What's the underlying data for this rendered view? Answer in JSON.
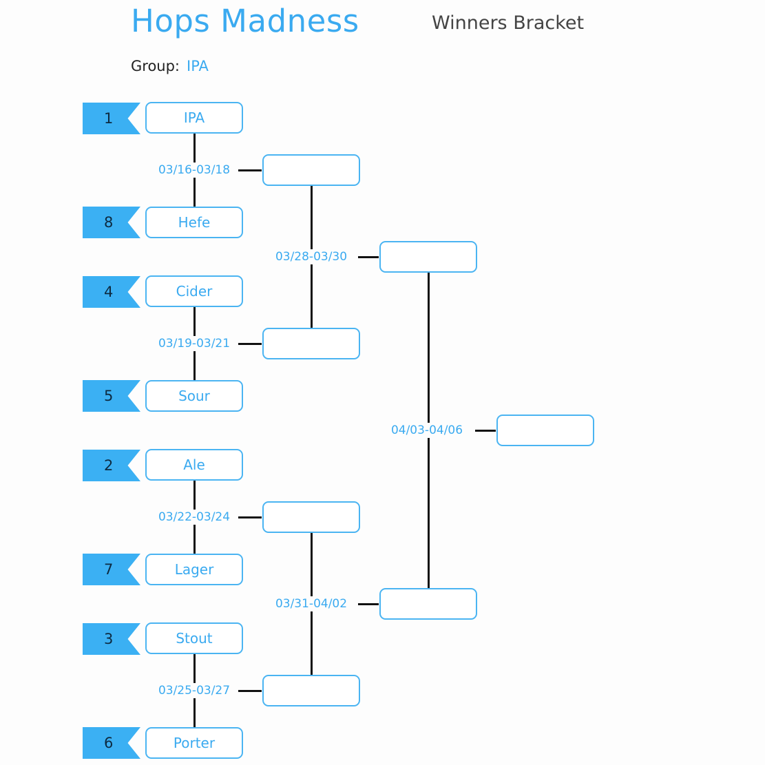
{
  "header": {
    "app_title": "Hops Madness",
    "bracket_title": "Winners Bracket",
    "group_label": "Group:",
    "group_value": "IPA"
  },
  "colors": {
    "accent": "#3aaaf0",
    "seed_fill": "#3bb0f3",
    "connector": "#111111"
  },
  "round1": {
    "teams": [
      {
        "seed": "1",
        "name": "IPA"
      },
      {
        "seed": "8",
        "name": "Hefe"
      },
      {
        "seed": "4",
        "name": "Cider"
      },
      {
        "seed": "5",
        "name": "Sour"
      },
      {
        "seed": "2",
        "name": "Ale"
      },
      {
        "seed": "7",
        "name": "Lager"
      },
      {
        "seed": "3",
        "name": "Stout"
      },
      {
        "seed": "6",
        "name": "Porter"
      }
    ],
    "dates": [
      "03/16-03/18",
      "03/19-03/21",
      "03/22-03/24",
      "03/25-03/27"
    ]
  },
  "round2": {
    "dates": [
      "03/28-03/30",
      "03/31-04/02"
    ]
  },
  "round3": {
    "dates": [
      "04/03-04/06"
    ]
  }
}
